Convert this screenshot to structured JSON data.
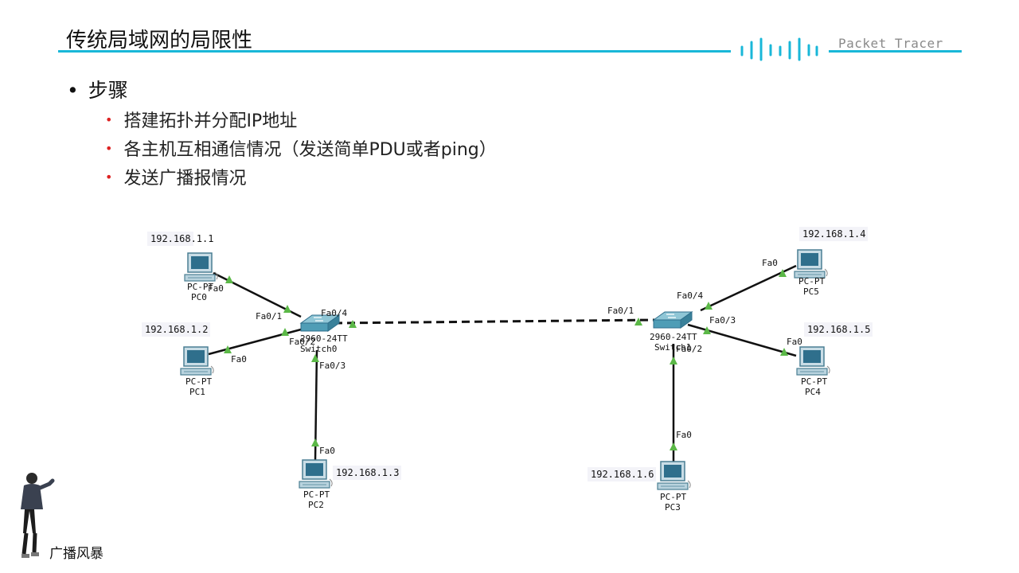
{
  "header": {
    "title": "传统局域网的局限性",
    "brand": "Packet Tracer",
    "accent_color": "#19b7d8"
  },
  "content": {
    "main_bullet": "步骤",
    "sub_bullets": [
      "搭建拓扑并分配IP地址",
      "各主机互相通信情况（发送简单PDU或者ping）",
      "发送广播报情况"
    ],
    "sub_bullet_color": "#dd2222"
  },
  "topology": {
    "pcs": [
      {
        "ip": "192.168.1.1",
        "model": "PC-PT",
        "name": "PC0",
        "port": "Fa0"
      },
      {
        "ip": "192.168.1.2",
        "model": "PC-PT",
        "name": "PC1",
        "port": "Fa0"
      },
      {
        "ip": "192.168.1.3",
        "model": "PC-PT",
        "name": "PC2",
        "port": "Fa0"
      },
      {
        "ip": "192.168.1.6",
        "model": "PC-PT",
        "name": "PC3",
        "port": "Fa0"
      },
      {
        "ip": "192.168.1.5",
        "model": "PC-PT",
        "name": "PC4",
        "port": "Fa0"
      },
      {
        "ip": "192.168.1.4",
        "model": "PC-PT",
        "name": "PC5",
        "port": "Fa0"
      }
    ],
    "switches": [
      {
        "model": "2960-24TT",
        "name": "Switch0",
        "ports": [
          "Fa0/1",
          "Fa0/2",
          "Fa0/3",
          "Fa0/4"
        ]
      },
      {
        "model": "2960-24TT",
        "name": "Switch1",
        "ports": [
          "Fa0/1",
          "Fa0/2",
          "Fa0/3",
          "Fa0/4"
        ]
      }
    ],
    "link_up_color": "#5bb847"
  },
  "footer": {
    "caption": "广播风暴"
  }
}
